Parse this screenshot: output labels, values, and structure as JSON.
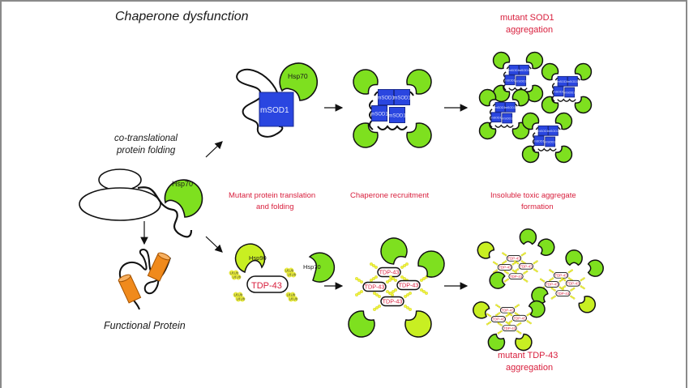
{
  "title": "Chaperone dysfunction",
  "left": {
    "folding_label_line1": "co-translational",
    "folding_label_line2": "protein folding",
    "functional_label": "Functional Protein",
    "chaperone_label": "Hsp70"
  },
  "stages": {
    "stage1_line1": "Mutant protein translation",
    "stage1_line2": "and folding",
    "stage2": "Chaperone recruitment",
    "stage3_line1": "Insoluble toxic aggregate",
    "stage3_line2": "formation"
  },
  "sod1_path": {
    "protein_label": "mSOD1",
    "chaperone_label": "Hsp70",
    "result_line1": "mutant SOD1",
    "result_line2": "aggregation"
  },
  "tdp43_path": {
    "protein_label": "TDP-43",
    "chaperone_labels": [
      "Hsp90",
      "Hsp70"
    ],
    "ubiquitin_label": "Ub",
    "result_line1": "mutant TDP-43",
    "result_line2": "aggregation"
  },
  "colors": {
    "accent_text": "#d81e3c",
    "hsp70_green": "#7ee01f",
    "hsp90_yellow_green": "#c8ef22",
    "sod1_blue": "#2a46e0",
    "helix_orange": "#f08a1c",
    "ubiquitin_yellow": "#f2f542"
  }
}
